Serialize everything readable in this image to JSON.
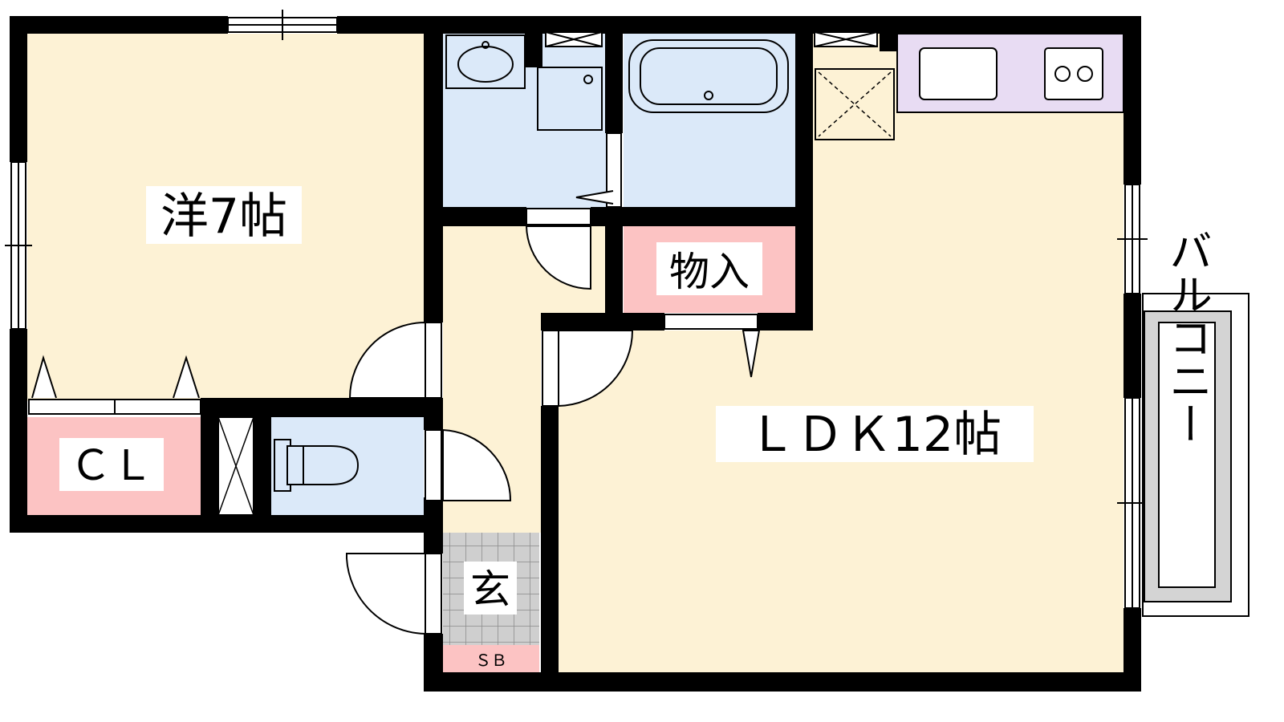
{
  "rooms": {
    "western": "洋7帖",
    "ldk": "ＬＤＫ12帖",
    "closet": "ＣＬ",
    "storage": "物入",
    "entrance": "玄",
    "shoebox": "ＳＢ",
    "balcony": "バルコニー"
  },
  "colors": {
    "wall": "#000000",
    "living_floor": "#fdf2d5",
    "wet_area": "#dbe9f9",
    "closet_storage": "#fcc3c3",
    "kitchen_counter": "#e8dcf3",
    "entrance_tile": "#cfcfcf",
    "balcony_frame": "#d4d4d4"
  }
}
